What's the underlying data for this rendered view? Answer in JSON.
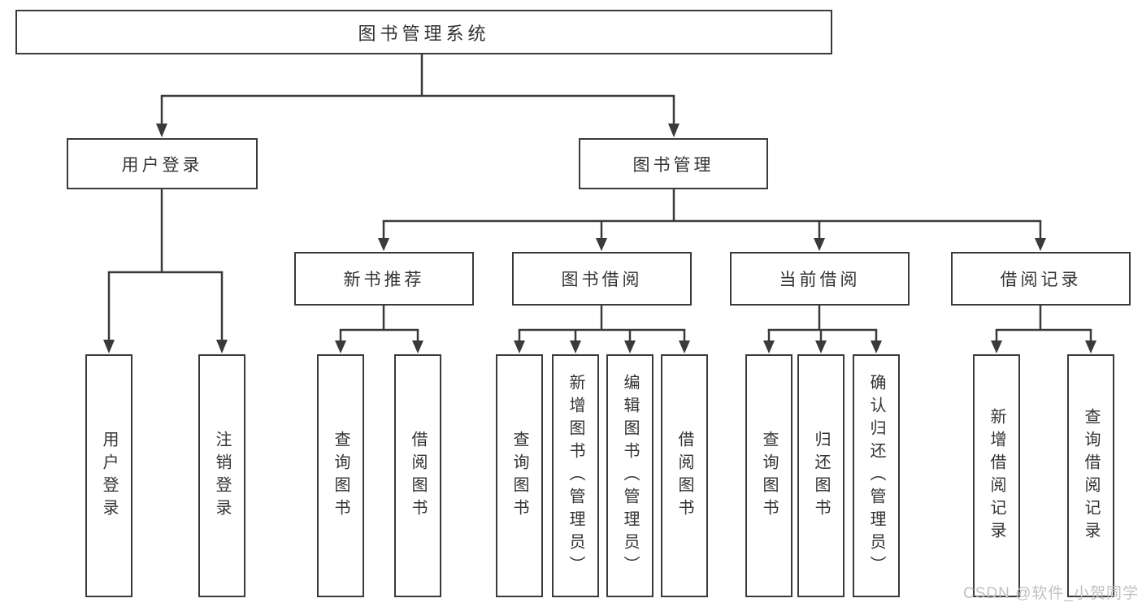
{
  "tree": {
    "root": "图书管理系统",
    "level2": [
      {
        "label": "用户登录",
        "children": [
          "用户登录",
          "注销登录"
        ]
      },
      {
        "label": "图书管理",
        "children": [
          {
            "label": "新书推荐",
            "children": [
              "查询图书",
              "借阅图书"
            ]
          },
          {
            "label": "图书借阅",
            "children": [
              "查询图书",
              "新增图书（管理员）",
              "编辑图书（管理员）",
              "借阅图书"
            ]
          },
          {
            "label": "当前借阅",
            "children": [
              "查询图书",
              "归还图书",
              "确认归还（管理员）"
            ]
          },
          {
            "label": "借阅记录",
            "children": [
              "新增借阅记录",
              "查询借阅记录"
            ]
          }
        ]
      }
    ]
  },
  "watermark": "CSDN @软件_小贺同学",
  "colors": {
    "line": "#3a3a3a",
    "text": "#333333",
    "watermark": "#c3bec2",
    "background": "#ffffff"
  }
}
